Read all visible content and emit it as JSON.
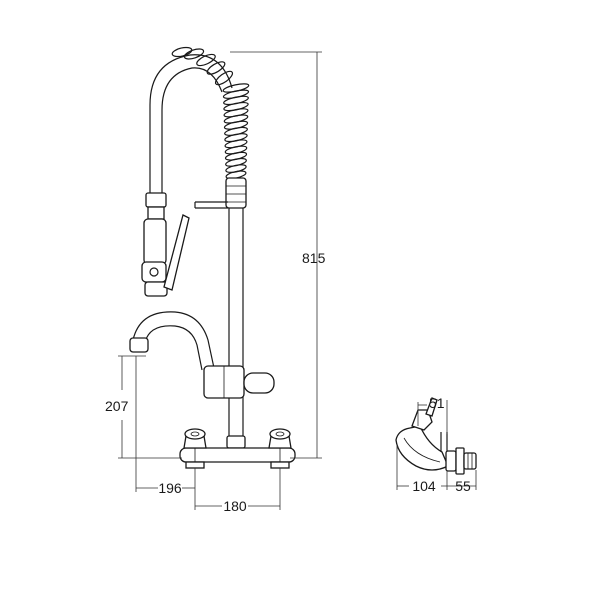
{
  "dimensions": {
    "overall_height": "815",
    "spout_height": "207",
    "spout_reach": "196",
    "inlet_centres": "180",
    "side_top": "51",
    "side_depth": "104",
    "side_wall": "55"
  }
}
